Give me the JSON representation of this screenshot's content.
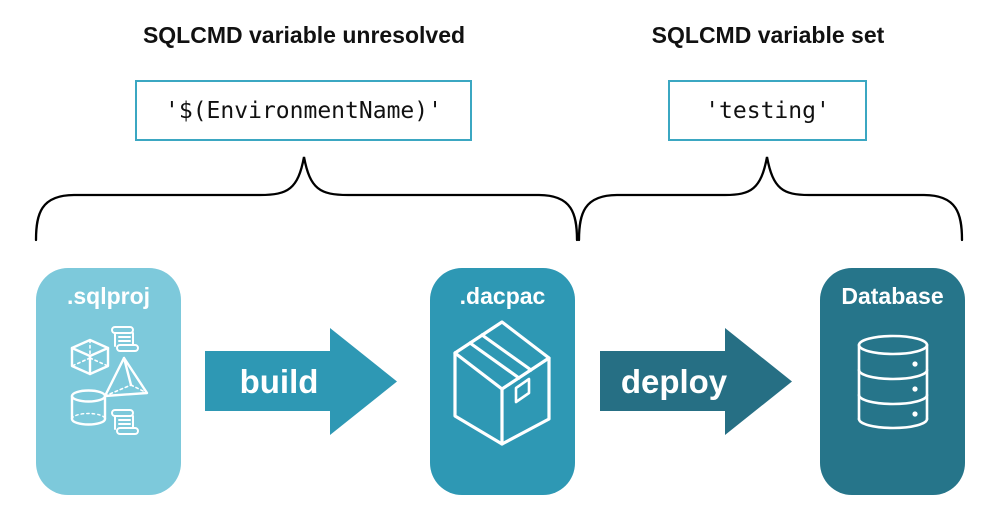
{
  "annotations": {
    "left": {
      "heading": "SQLCMD variable unresolved",
      "code": "'$(EnvironmentName)'"
    },
    "right": {
      "heading": "SQLCMD variable set",
      "code": "'testing'"
    }
  },
  "pipeline": {
    "nodes": [
      {
        "label": ".sqlproj",
        "color": "#7DC9DB",
        "icons": [
          "cube-icon",
          "scroll-icon",
          "pyramid-icon",
          "cylinder-icon",
          "scroll-icon"
        ]
      },
      {
        "label": ".dacpac",
        "color": "#2E98B4",
        "icons": [
          "package-icon"
        ]
      },
      {
        "label": "Database",
        "color": "#26758A",
        "icons": [
          "database-cylinder-icon"
        ]
      }
    ],
    "arrows": [
      {
        "label": "build",
        "color": "#2E98B4"
      },
      {
        "label": "deploy",
        "color": "#266F84"
      }
    ]
  },
  "colors": {
    "background": "#FFFFFF",
    "code_box_border": "#3BA7C2",
    "brace_stroke": "#000000",
    "icon_stroke": "#FFFFFF",
    "text": "#111111"
  }
}
